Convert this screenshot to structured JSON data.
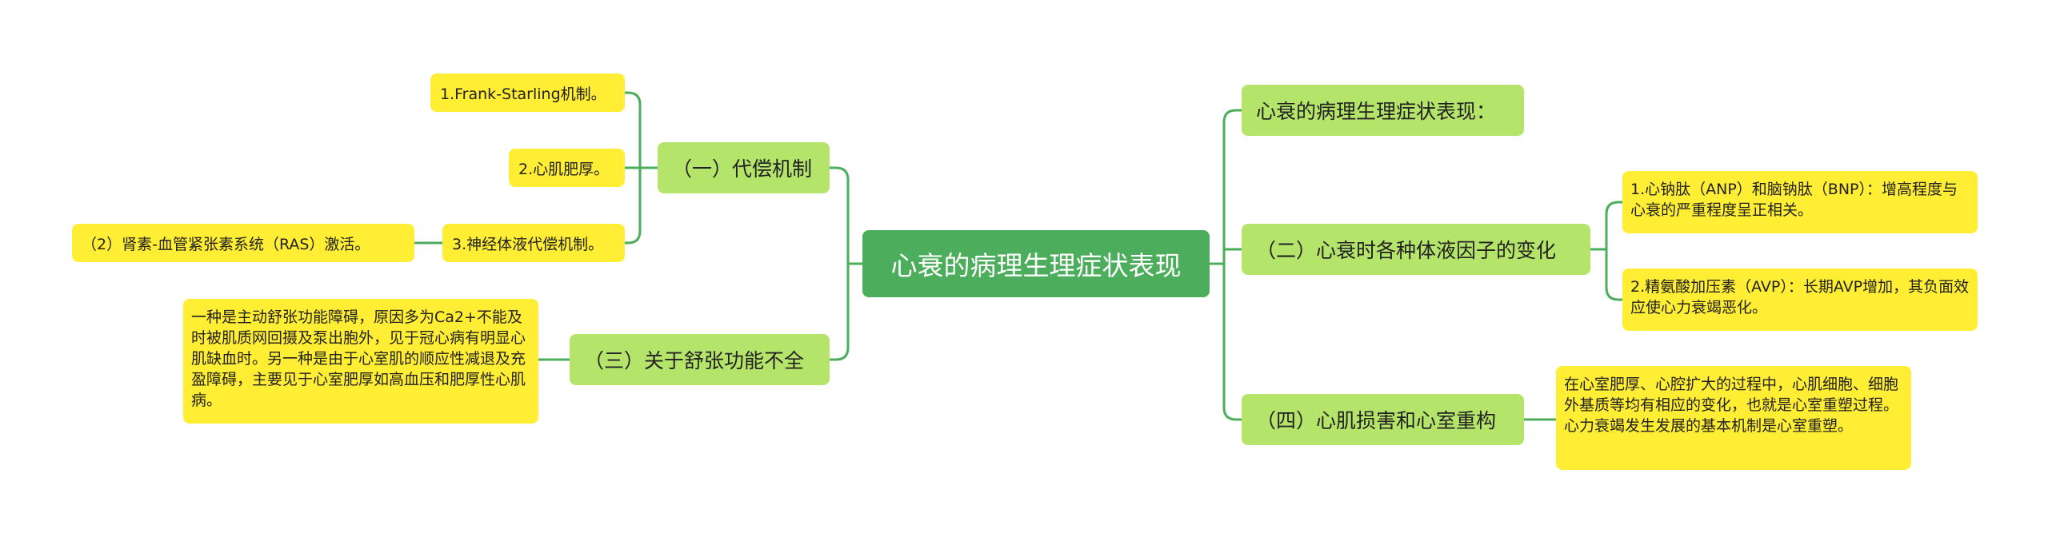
{
  "root": {
    "title": "心衰的病理生理症状表现"
  },
  "left": {
    "branch1": {
      "label": "（一）代偿机制",
      "children": [
        "1.Frank-Starling机制。",
        "2.心肌肥厚。",
        "3.神经体液代偿机制。"
      ],
      "grandchild": "（2）肾素-血管紧张素系统（RAS）激活。"
    },
    "branch3": {
      "label": "（三）关于舒张功能不全",
      "detail": "一种是主动舒张功能障碍，原因多为Ca2+不能及时被肌质网回摄及泵出胞外，见于冠心病有明显心肌缺血时。另一种是由于心室肌的顺应性减退及充盈障碍，主要见于心室肥厚如高血压和肥厚性心肌病。"
    }
  },
  "right": {
    "intro": {
      "label": "心衰的病理生理症状表现："
    },
    "branch2": {
      "label": "（二）心衰时各种体液因子的变化",
      "children": [
        "1.心钠肽（ANP）和脑钠肽（BNP）：增高程度与心衰的严重程度呈正相关。",
        "2.精氨酸加压素（AVP）：长期AVP增加，其负面效应使心力衰竭恶化。"
      ]
    },
    "branch4": {
      "label": "（四）心肌损害和心室重构",
      "detail": "在心室肥厚、心腔扩大的过程中，心肌细胞、细胞外基质等均有相应的变化，也就是心室重塑过程。心力衰竭发生发展的基本机制是心室重塑。"
    },
    "colors": {
      "root": "#4cae5d",
      "branch": "#b5e46a",
      "leaf": "#ffee33",
      "line": "#4cae5d"
    }
  }
}
